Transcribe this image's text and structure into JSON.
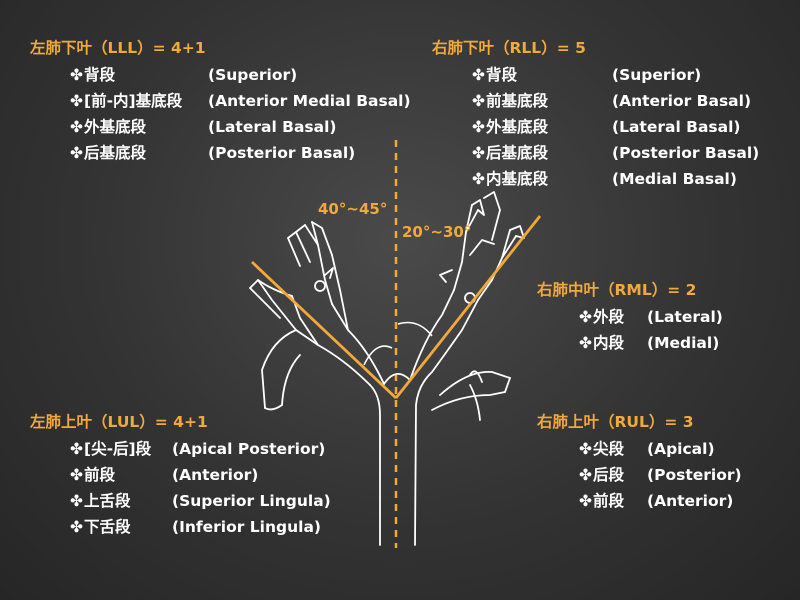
{
  "colors": {
    "accent": "#f2a93b",
    "text": "#ffffff",
    "background": "#333333",
    "sketch": "#ffffff"
  },
  "icons": {
    "bullet": "cross-bullet-icon"
  },
  "bullet_glyph": "✤",
  "angles": {
    "left": "40°~45°",
    "right": "20°~30°"
  },
  "lll": {
    "heading": "左肺下叶（LLL）= 4+1",
    "items": [
      {
        "cn": "背段",
        "en": "(Superior)"
      },
      {
        "cn": "[前-内]基底段",
        "en": "(Anterior Medial Basal)"
      },
      {
        "cn": "外基底段",
        "en": "(Lateral Basal)"
      },
      {
        "cn": "后基底段",
        "en": "(Posterior Basal)"
      }
    ]
  },
  "rll": {
    "heading": "右肺下叶（RLL）= 5",
    "items": [
      {
        "cn": "背段",
        "en": "(Superior)"
      },
      {
        "cn": "前基底段",
        "en": "(Anterior Basal)"
      },
      {
        "cn": "外基底段",
        "en": "(Lateral Basal)"
      },
      {
        "cn": "后基底段",
        "en": "(Posterior Basal)"
      },
      {
        "cn": "内基底段",
        "en": "(Medial Basal)"
      }
    ]
  },
  "rml": {
    "heading": "右肺中叶（RML）= 2",
    "items": [
      {
        "cn": "外段",
        "en": "(Lateral)"
      },
      {
        "cn": "内段",
        "en": "(Medial)"
      }
    ]
  },
  "lul": {
    "heading": "左肺上叶（LUL）= 4+1",
    "items": [
      {
        "cn": "[尖-后]段",
        "en": "(Apical Posterior)"
      },
      {
        "cn": "前段",
        "en": "(Anterior)"
      },
      {
        "cn": "上舌段",
        "en": "(Superior Lingula)"
      },
      {
        "cn": "下舌段",
        "en": "(Inferior Lingula)"
      }
    ]
  },
  "rul": {
    "heading": "右肺上叶（RUL）= 3",
    "items": [
      {
        "cn": "尖段",
        "en": "(Apical)"
      },
      {
        "cn": "后段",
        "en": "(Posterior)"
      },
      {
        "cn": "前段",
        "en": "(Anterior)"
      }
    ]
  }
}
